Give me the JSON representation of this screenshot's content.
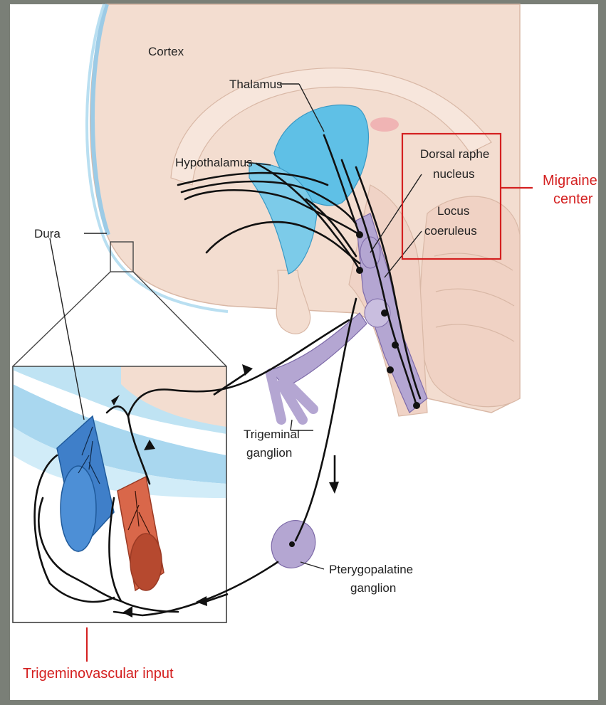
{
  "labels": {
    "cortex": "Cortex",
    "thalamus": "Thalamus",
    "hypothalamus": "Hypothalamus",
    "dorsal_raphe_1": "Dorsal raphe",
    "dorsal_raphe_2": "nucleus",
    "locus_1": "Locus",
    "locus_2": "coeruleus",
    "migraine_1": "Migraine",
    "migraine_2": "center",
    "dura": "Dura",
    "trigeminal_1": "Trigeminal",
    "trigeminal_2": "ganglion",
    "pterygo_1": "Pterygopalatine",
    "pterygo_2": "ganglion",
    "trigeminovascular": "Trigeminovascular input"
  },
  "colors": {
    "background": "#7a7f77",
    "brain": "#f3ddd0",
    "thalamus": "#5fc0e6",
    "ganglia": "#b4a6d2",
    "vein": "#3f7fc9",
    "artery": "#d9674a",
    "highlight": "#d42020"
  }
}
